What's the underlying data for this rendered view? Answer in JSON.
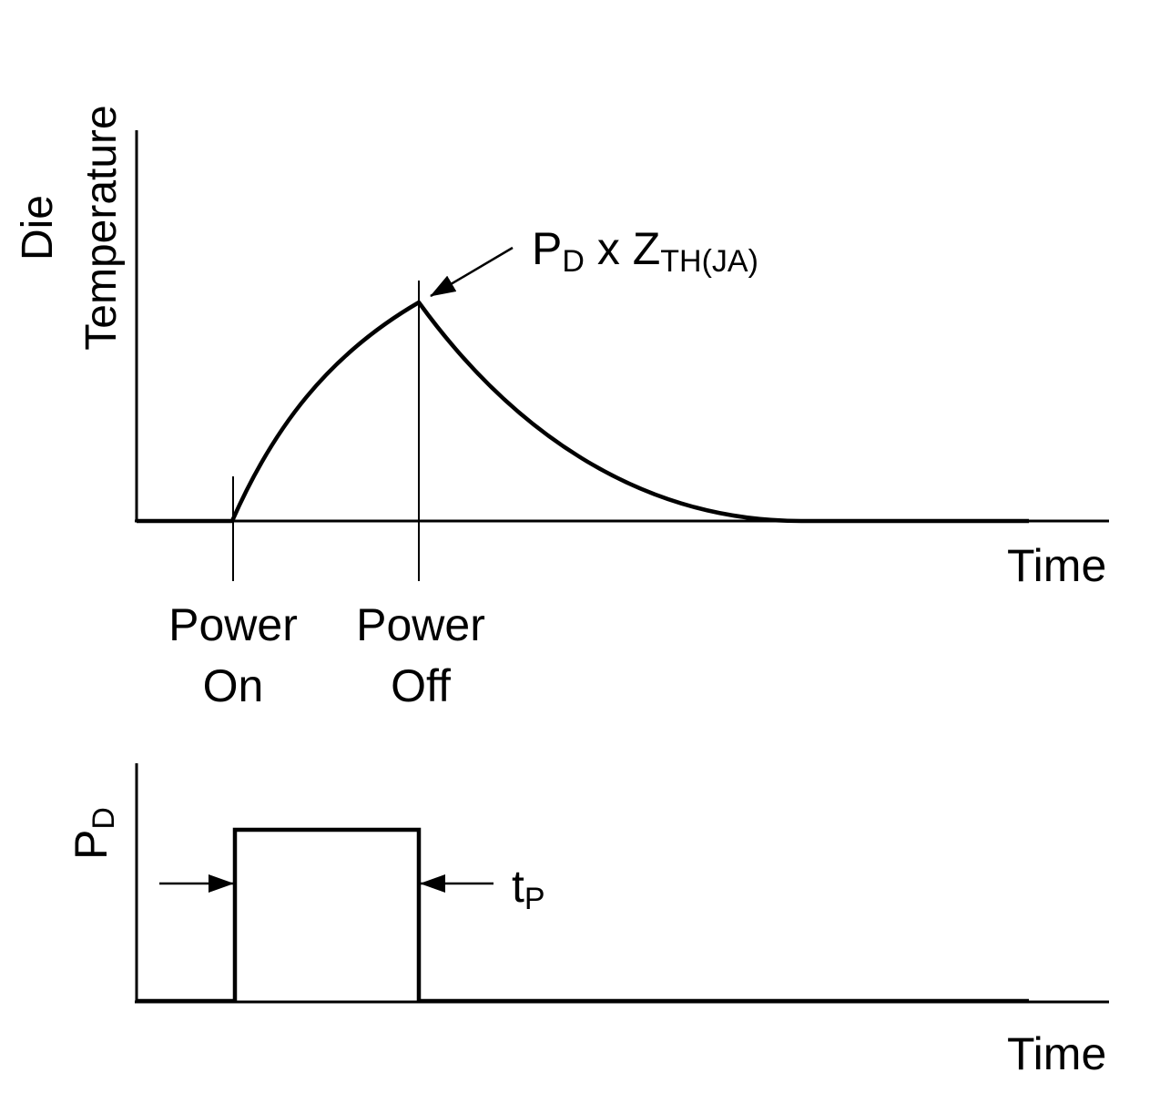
{
  "top_plot": {
    "y_label_line1": "Die",
    "y_label_line2": "Temperature",
    "x_label": "Time",
    "power_on_line1": "Power",
    "power_on_line2": "On",
    "power_off_line1": "Power",
    "power_off_line2": "Off",
    "peak_annotation": {
      "main": "P",
      "sub1": "D",
      "mid": " x Z",
      "sub2": "TH(JA)"
    }
  },
  "bottom_plot": {
    "y_label_main": "P",
    "y_label_sub": "D",
    "x_label": "Time",
    "pulse_annotation": {
      "main": "t",
      "sub": "P"
    }
  }
}
